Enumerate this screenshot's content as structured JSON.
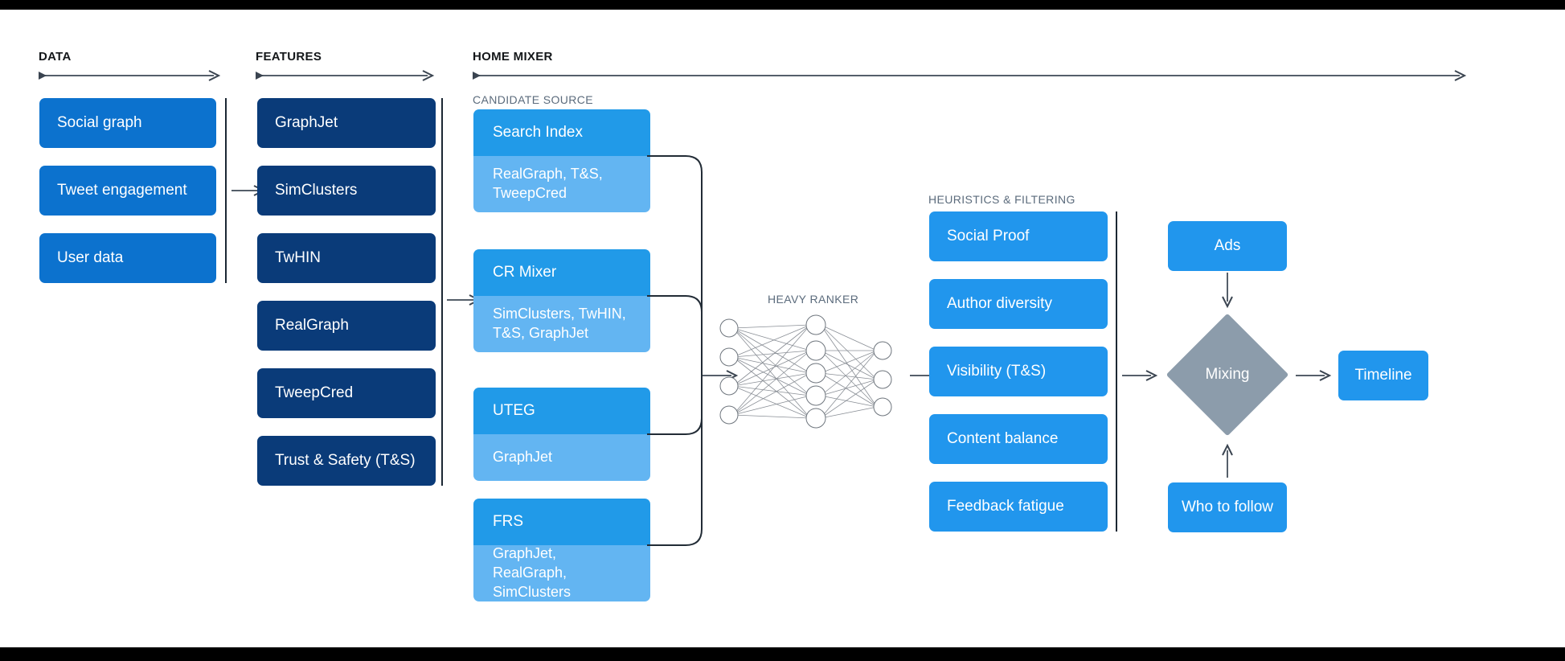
{
  "phases": [
    {
      "id": "data",
      "label": "DATA"
    },
    {
      "id": "features",
      "label": "FEATURES"
    },
    {
      "id": "home_mixer",
      "label": "HOME MIXER"
    }
  ],
  "section_labels": {
    "candidate_source": "CANDIDATE SOURCE",
    "heavy_ranker": "HEAVY RANKER",
    "heuristics": "HEURISTICS & FILTERING"
  },
  "data_column": {
    "items": [
      {
        "label": "Social graph"
      },
      {
        "label": "Tweet engagement"
      },
      {
        "label": "User data"
      }
    ]
  },
  "features_column": {
    "items": [
      {
        "label": "GraphJet"
      },
      {
        "label": "SimClusters"
      },
      {
        "label": "TwHIN"
      },
      {
        "label": "RealGraph"
      },
      {
        "label": "TweepCred"
      },
      {
        "label": "Trust & Safety (T&S)"
      }
    ]
  },
  "candidate_sources": {
    "items": [
      {
        "title": "Search Index",
        "features": "RealGraph, T&S,\nTweepCred"
      },
      {
        "title": "CR Mixer",
        "features": "SimClusters, TwHIN,\nT&S, GraphJet"
      },
      {
        "title": "UTEG",
        "features": "GraphJet"
      },
      {
        "title": "FRS",
        "features": "GraphJet, RealGraph,\nSimClusters"
      }
    ]
  },
  "heavy_ranker": {
    "label": "HEAVY RANKER",
    "layers": [
      4,
      5,
      3
    ]
  },
  "heuristics_column": {
    "items": [
      {
        "label": "Social Proof"
      },
      {
        "label": "Author diversity"
      },
      {
        "label": "Visibility (T&S)"
      },
      {
        "label": "Content balance"
      },
      {
        "label": "Feedback fatigue"
      }
    ]
  },
  "mixing": {
    "ads_label": "Ads",
    "mixing_label": "Mixing",
    "who_to_follow_label": "Who to follow",
    "timeline_label": "Timeline"
  },
  "colors": {
    "data_blue": "#0c72ce",
    "feature_navy": "#0a3b79",
    "candidate_head": "#219ae8",
    "candidate_body": "#63b5f2",
    "heuristic_blue": "#2196ed",
    "mixing_gray": "#8c9cab",
    "rule": "#1b2733",
    "label_gray": "#5b6b7c",
    "title_black": "#14171a"
  }
}
